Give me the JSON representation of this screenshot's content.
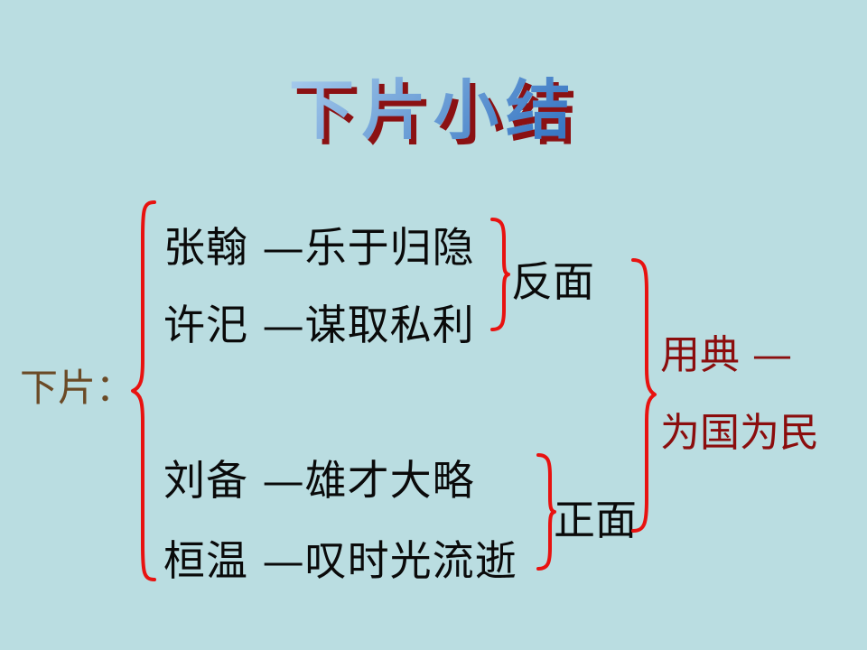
{
  "slide": {
    "background_color": "#badde1",
    "title": {
      "text": "下片小结",
      "fill_color_light": "#b9d9f3",
      "fill_color_blue": "#2f6fbd",
      "shadow_color": "#8b1113"
    },
    "section_label": {
      "text": "下片：",
      "color": "#6b4a26"
    },
    "groups": [
      {
        "items": [
          {
            "text": "张翰 —乐于归隐"
          },
          {
            "text": "许汜 —谋取私利"
          }
        ],
        "tag": "反面"
      },
      {
        "items": [
          {
            "text": "刘备 —雄才大略"
          },
          {
            "text": "桓温 —叹时光流逝"
          }
        ],
        "tag": "正面"
      }
    ],
    "conclusion": {
      "line1": "用典 —",
      "line2": "为国为民",
      "color": "#8b0d0d"
    },
    "brace_color": "#e81210"
  }
}
